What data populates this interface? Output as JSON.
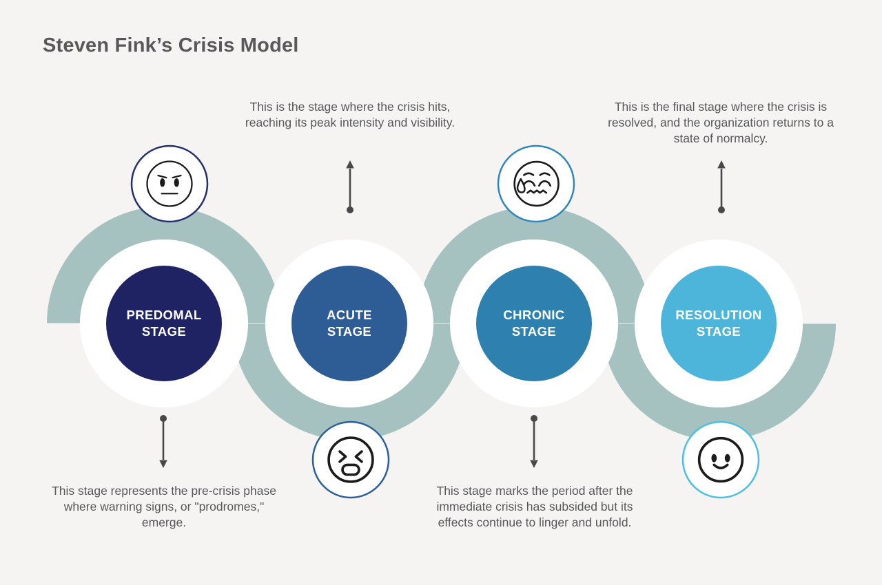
{
  "title": "Steven Fink’s Crisis Model",
  "colors": {
    "background": "#f5f4f2",
    "wave": "#a5c2c0",
    "title_text": "#58585a",
    "body_text": "#57585a",
    "arrow": "#48484a",
    "face_stroke": "#1b1b1b",
    "connector_line": "#ffffff"
  },
  "stages": [
    {
      "label": "PREDOMAL\nSTAGE",
      "description": "This stage represents the pre-crisis phase where warning signs, or \"prodromes,\" emerge.",
      "description_position": "below",
      "circle_color": "#1f2364",
      "badge_border": "#24306e",
      "badge_icon": "unamused-face-icon"
    },
    {
      "label": "ACUTE\nSTAGE",
      "description": "This is the stage where the crisis hits, reaching its peak intensity and visibility.",
      "description_position": "above",
      "circle_color": "#2e5c94",
      "badge_border": "#2b5f9e",
      "badge_icon": "distressed-face-icon"
    },
    {
      "label": "CHRONIC\nSTAGE",
      "description": "This stage marks the period after the immediate crisis has subsided but its effects continue to linger and unfold.",
      "description_position": "below",
      "circle_color": "#2e80ae",
      "badge_border": "#2e86bb",
      "badge_icon": "anxious-sweat-face-icon"
    },
    {
      "label": "RESOLUTION\nSTAGE",
      "description": "This is the final stage where the crisis is resolved, and the organization returns to a state of normalcy.",
      "description_position": "above",
      "circle_color": "#4cb5d9",
      "badge_border": "#4bc0e2",
      "badge_icon": "smiling-face-icon"
    }
  ]
}
